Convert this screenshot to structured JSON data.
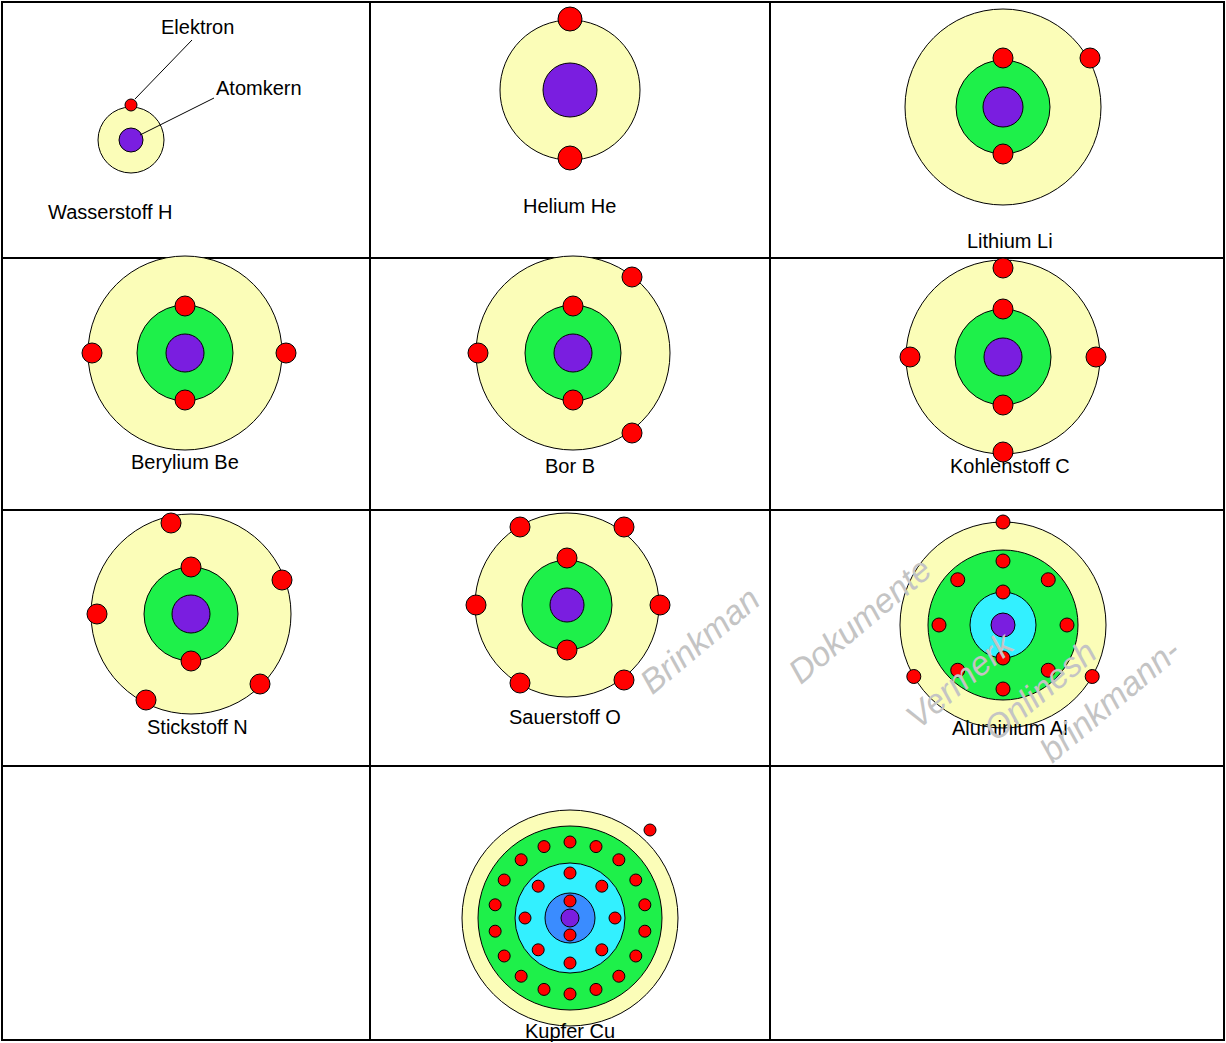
{
  "diagram": {
    "labels": [
      "Elektron",
      "Atomkern",
      "Wasserstoff H",
      "Helium He",
      "Lithium Li",
      "Berylium Be",
      "Bor B",
      "Kohlenstoff C",
      "Stickstoff N",
      "Sauerstoff O",
      "Aluminium Al",
      "Kupfer Cu",
      "Brinkman",
      "Dokumente",
      "Vermerk",
      "Onlinesh",
      "brinkmann-"
    ]
  }
}
